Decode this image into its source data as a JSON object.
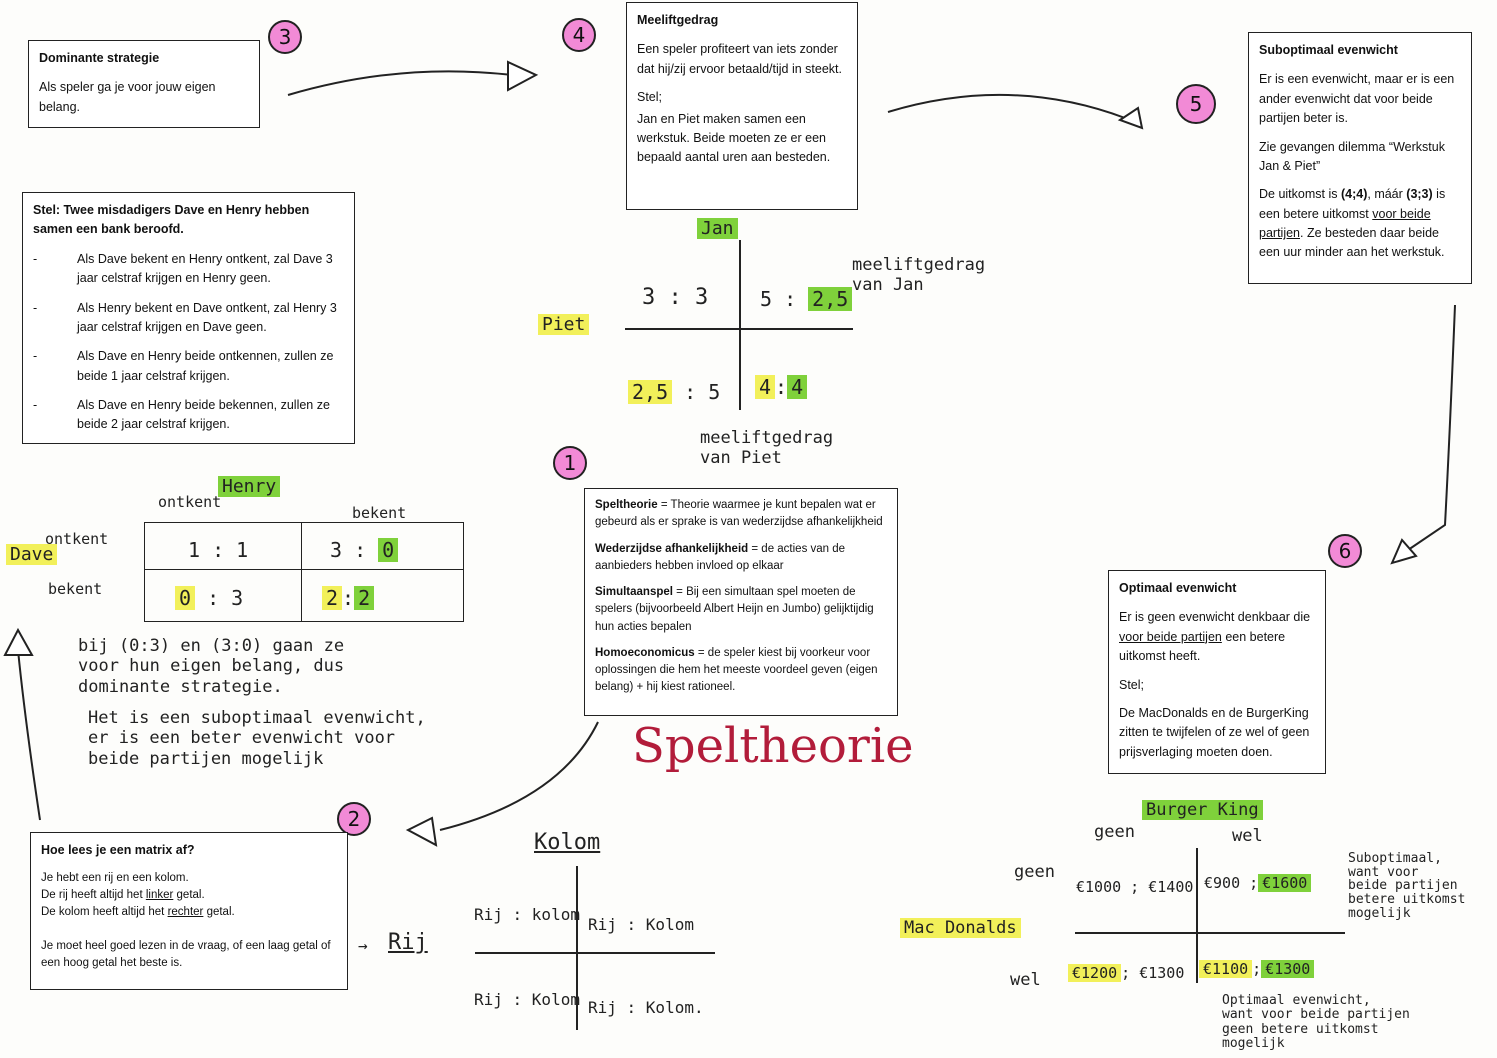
{
  "title": "Speltheorie",
  "circles": [
    "3",
    "4",
    "5",
    "1",
    "2",
    "6"
  ],
  "box_dominant": {
    "heading": "Dominante strategie",
    "text": "Als speler ga je voor jouw eigen belang."
  },
  "box_meelift": {
    "heading": "Meeliftgedrag",
    "p1": "Een speler profiteert van iets zonder dat hij/zij ervoor betaald/tijd in steekt.",
    "p2": "Stel;",
    "p3": "Jan en Piet maken samen een werkstuk. Beide moeten ze er een bepaald aantal uren aan besteden."
  },
  "box_subopt": {
    "heading": "Suboptimaal evenwicht",
    "p1": "Er is een evenwicht, maar er is een ander evenwicht dat voor beide partijen beter is.",
    "p2": "Zie gevangen dilemma “Werkstuk Jan & Piet”",
    "p3a": "De uitkomst is ",
    "p3b": "(4;4)",
    "p3c": ", máár ",
    "p3d": "(3;3)",
    "p3e": " is een betere uitkomst ",
    "p3f": "voor beide partijen",
    "p3g": ". Ze besteden daar beide een uur minder aan het werkstuk."
  },
  "box_dave": {
    "heading": "Stel: Twee misdadigers Dave en Henry hebben samen een bank beroofd.",
    "items": [
      "Als Dave bekent en Henry ontkent, zal Dave 3 jaar celstraf krijgen en Henry geen.",
      "Als Henry bekent en Dave ontkent, zal Henry 3 jaar celstraf krijgen en Dave geen.",
      "Als Dave en Henry beide ontkennen, zullen ze beide 1 jaar celstraf krijgen.",
      "Als Dave en Henry beide bekennen, zullen ze beide 2 jaar celstraf krijgen."
    ]
  },
  "box_speltheorie": {
    "t1": "Speltheorie",
    "d1": " = Theorie waarmee je kunt bepalen wat er gebeurd als er sprake is van wederzijdse afhankelijkheid",
    "t2": "Wederzijdse afhankelijkheid",
    "d2": " = de acties van de aanbieders hebben invloed op elkaar",
    "t3": "Simultaanspel",
    "d3": " = Bij een simultaan spel moeten de spelers (bijvoorbeeld Albert Heijn en Jumbo) gelijktijdig hun acties bepalen",
    "t4": "Homoeconomicus",
    "d4": " = de speler kiest bij voorkeur voor oplossingen die hem  het meeste voordeel geven (eigen belang) + hij kiest rationeel."
  },
  "box_optimaal": {
    "heading": "Optimaal evenwicht",
    "p1a": "Er is geen evenwicht denkbaar die ",
    "p1b": "voor beide partijen",
    "p1c": " een betere uitkomst heeft.",
    "p2": "Stel;",
    "p3": "De MacDonalds en de BurgerKing zitten te twijfelen of ze wel of geen prijsverlaging moeten doen."
  },
  "box_matrix": {
    "heading": "Hoe lees je een matrix af?",
    "l1": "Je hebt een rij en een kolom.",
    "l2a": "De rij heeft altijd het ",
    "l2b": "linker",
    "l2c": " getal.",
    "l3a": "De kolom heeft altijd het ",
    "l3b": "rechter",
    "l3c": " getal.",
    "l4": "Je moet heel goed lezen in de vraag, of een laag getal of een hoog getal het beste is."
  },
  "jan_matrix": {
    "col": "Jan",
    "row": "Piet",
    "c11": "3 : 3",
    "c12a": "5 :",
    "c12b": "2,5",
    "c21a": "2,5",
    "c21b": ": 5",
    "c22a": "4",
    "c22b": ":",
    "c22c": "4",
    "note_jan": "meeliftgedrag\nvan Jan",
    "note_piet": "meeliftgedrag\nvan Piet"
  },
  "henry_matrix": {
    "col_label": "Henry",
    "col1": "ontkent",
    "col2": "bekent",
    "row_label": "Dave",
    "row1": "ontkent",
    "row2": "bekent",
    "c11": "1 : 1",
    "c12a": "3 :",
    "c12b": "0",
    "c21a": "0",
    "c21b": ":  3",
    "c22a": "2",
    "c22b": ":",
    "c22c": "2",
    "note1": "bij (0:3) en (3:0) gaan ze\nvoor hun eigen belang, dus\ndominante strategie.",
    "note2": "Het is een suboptimaal evenwicht,\ner is een beter evenwicht voor\nbeide partijen mogelijk"
  },
  "kolom_matrix": {
    "title": "Kolom",
    "c11": "Rij : kolom",
    "c12": "Rij : Kolom",
    "c21": "Rij : Kolom",
    "c22": "Rij : Kolom.",
    "rij": "Rij"
  },
  "burger_matrix": {
    "col_label": "Burger King",
    "col1": "geen",
    "col2": "wel",
    "row_label": "Mac Donalds",
    "row1": "geen",
    "row2": "wel",
    "c11": "€1000 ; €1400",
    "c12a": "€900 ;",
    "c12b": "€1600",
    "c21a": "€1200",
    "c21b": "; €1300",
    "c22a": "€1100",
    "c22b": ";",
    "c22c": "€1300",
    "note_sub": "Suboptimaal,\nwant voor\nbeide partijen\nbetere uitkomst\nmogelijk",
    "note_opt": "Optimaal evenwicht,\nwant voor beide partijen\ngeen betere uitkomst\nmogelijk"
  },
  "colors": {
    "pink": "#f28ad6",
    "green": "#7fd13b",
    "yellow": "#f2f05a",
    "title": "#b21c3a"
  }
}
